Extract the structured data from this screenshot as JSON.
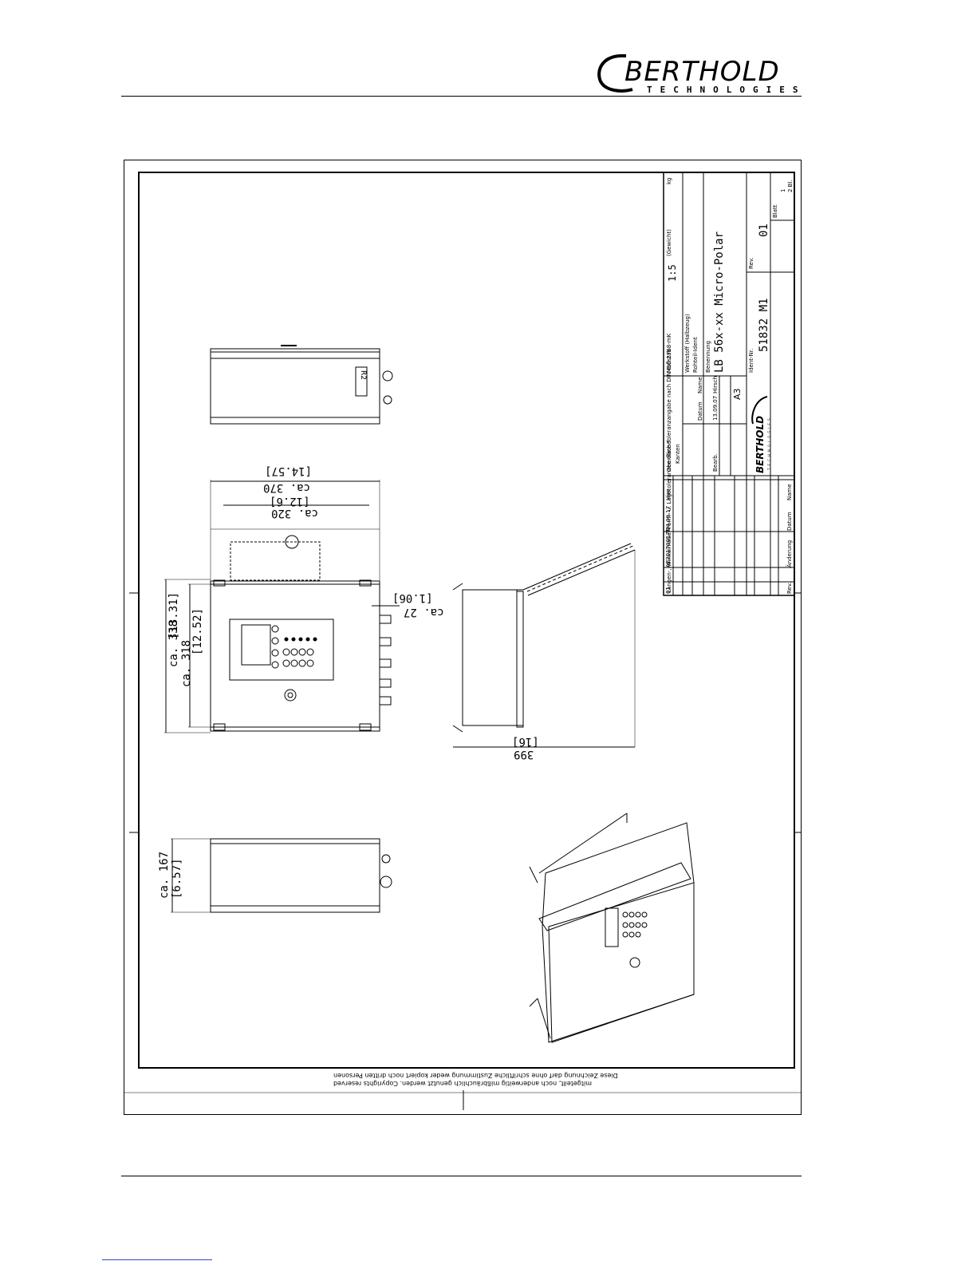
{
  "header": {
    "brand": "BERTHOLD",
    "tagline": "TECHNOLOGIES"
  },
  "drawing": {
    "dims": {
      "h338": "ca. 338",
      "h338_in": "[13.31]",
      "h318": "ca. 318",
      "h318_in": "[12.52]",
      "w370": "ca. 370",
      "w370_in": "[14.57]",
      "w320": "ca. 320",
      "w320_in": "[12.6]",
      "d27": "ca. 27",
      "d27_in": "[1.06]",
      "d399": "399",
      "d399_in": "[16]",
      "d167": "ca. 167",
      "d167_in": "[6.57]"
    },
    "label_r2": "R2",
    "copyright_line1": "Diese Zeichnung darf ohne schriftliche Zustimmung weder kopiert noch dritten Personen",
    "copyright_line2": "mitgeteilt, noch anderweitig mißbräuchlich genutzt werden. Copyrights reserved"
  },
  "title_block": {
    "tolerance": "Längen-, Winkelmaße, Form- u. Lagetoleranzen ohne Toleranzangabe nach DIN ISO 2768-mK",
    "surface_label": "Oberfläche",
    "edges_label": "Kanten",
    "scale_label": "Maßstab",
    "scale": "1:5",
    "weight_label": "(Gewicht)",
    "weight_unit": "kg",
    "material_label": "Werkstoff (Halbzeug)",
    "raw_label": "Rohteil-Ident",
    "designation_label": "Benennung",
    "title": "LB 56x-xx Micro-Polar",
    "ident_label": "Ident-Nr.",
    "number": "51832 M1",
    "rev_label": "Rev.",
    "rev": "01",
    "sheet_label": "Blatt",
    "sheet": "1",
    "sheets": "2 Bl.",
    "datum_label": "Datum",
    "name_label": "Name",
    "bearb_label": "Bearb.",
    "bearb_date": "13.09.07",
    "bearb_name": "Hirsch",
    "format": "A3",
    "rev_row": "01",
    "change_no": "AE20170017N",
    "change_date": "04.09.17",
    "change_name": "Hirs",
    "col_rev": "Rev.",
    "col_change": "Änderung",
    "col_date": "Datum",
    "col_name": "Name",
    "company": "BERTHOLD",
    "company_sub": "TECHNOLOGIES"
  }
}
